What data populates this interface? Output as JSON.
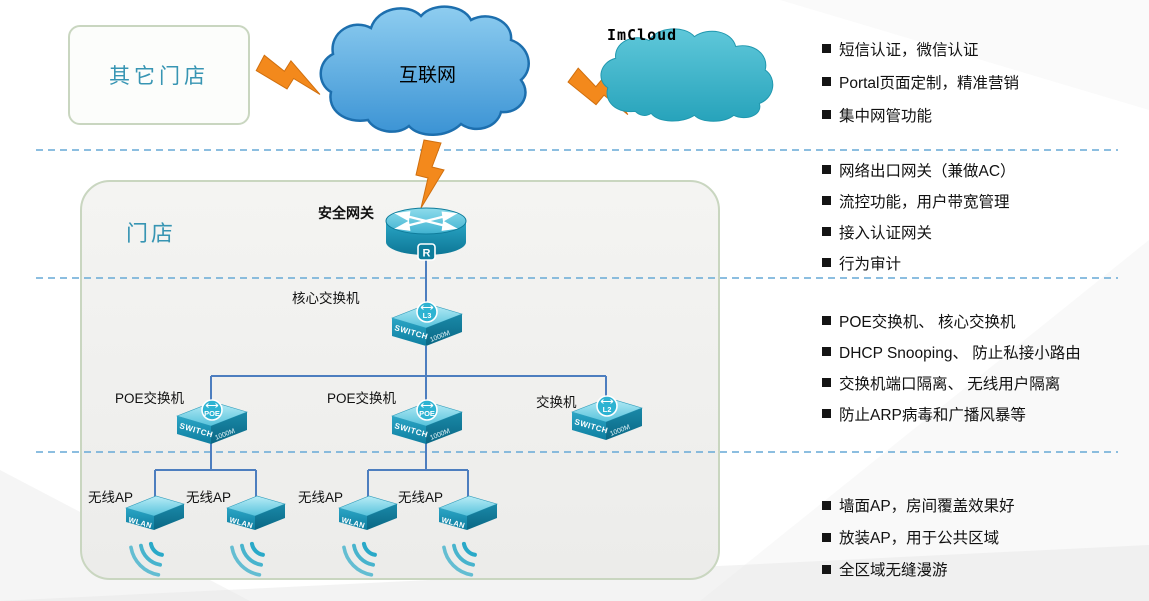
{
  "zones": {
    "other_stores": {
      "label": "其它门店"
    },
    "store": {
      "label": "门店"
    }
  },
  "clouds": {
    "internet": {
      "label": "互联网"
    },
    "imcloud": {
      "label": "ImCloud"
    }
  },
  "devices": {
    "gateway": {
      "label": "安全网关",
      "badge": "R"
    },
    "core_switch": {
      "label": "核心交换机",
      "badge": "L3",
      "name": "SWITCH",
      "speed": "1000M"
    },
    "poe_switch_1": {
      "label": "POE交换机",
      "badge": "POE",
      "name": "SWITCH",
      "speed": "1000M"
    },
    "poe_switch_2": {
      "label": "POE交换机",
      "badge": "POE",
      "name": "SWITCH",
      "speed": "1000M"
    },
    "l2_switch": {
      "label": "交换机",
      "badge": "L2",
      "name": "SWITCH",
      "speed": "1000M"
    },
    "ap_1": {
      "label": "无线AP",
      "body": "WLAN"
    },
    "ap_2": {
      "label": "无线AP",
      "body": "WLAN"
    },
    "ap_3": {
      "label": "无线AP",
      "body": "WLAN"
    },
    "ap_4": {
      "label": "无线AP",
      "body": "WLAN"
    }
  },
  "notes": {
    "cloud_features": {
      "items": [
        "短信认证，微信认证",
        "Portal页面定制，精准营销",
        "集中网管功能"
      ]
    },
    "gateway_features": {
      "items": [
        "网络出口网关（兼做AC）",
        "流控功能，用户带宽管理",
        "接入认证网关",
        "行为审计"
      ]
    },
    "switch_features": {
      "items": [
        "POE交换机、 核心交换机",
        "DHCP Snooping、 防止私接小路由",
        "交换机端口隔离、 无线用户隔离",
        "防止ARP病毒和广播风暴等"
      ]
    },
    "ap_features": {
      "items": [
        "墙面AP，房间覆盖效果好",
        "放装AP，用于公共区域",
        "全区域无缝漫游"
      ]
    }
  },
  "colors": {
    "cloud_blue": "#3f9ddc",
    "imcloud_teal": "#35b2c8",
    "device_teal": "#1691b5",
    "lightning_orange": "#f3891c",
    "link_blue": "#4d7ebf",
    "dashed_blue": "#67a9d6",
    "zone_border_green": "#c9d6c0",
    "zone_label_teal": "#3795b3"
  }
}
